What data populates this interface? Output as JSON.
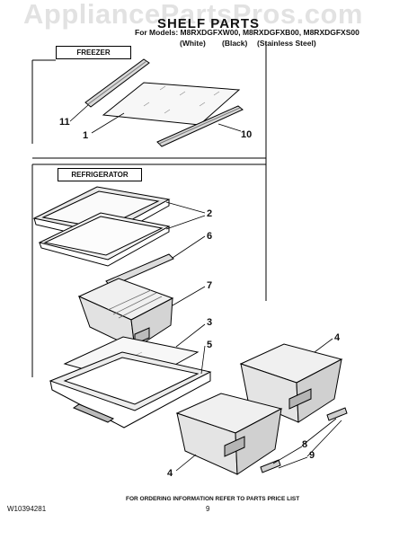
{
  "watermark": "AppliancePartsPros.com",
  "header": {
    "title": "SHELF PARTS",
    "models_line": "For Models: M8RXDGFXW00, M8RXDGFXB00, M8RXDGFXS00",
    "color_white": "(White)",
    "color_black": "(Black)",
    "color_stainless": "(Stainless Steel)"
  },
  "sections": {
    "freezer_label": "FREEZER",
    "refrigerator_label": "REFRIGERATOR"
  },
  "callouts": {
    "c11": "11",
    "c1": "1",
    "c10": "10",
    "c2": "2",
    "c6": "6",
    "c7": "7",
    "c3": "3",
    "c5": "5",
    "c4a": "4",
    "c4b": "4",
    "c8": "8",
    "c9": "9"
  },
  "footer": {
    "note": "FOR ORDERING INFORMATION REFER TO PARTS PRICE LIST",
    "doc_code": "W10394281",
    "page": "9"
  }
}
